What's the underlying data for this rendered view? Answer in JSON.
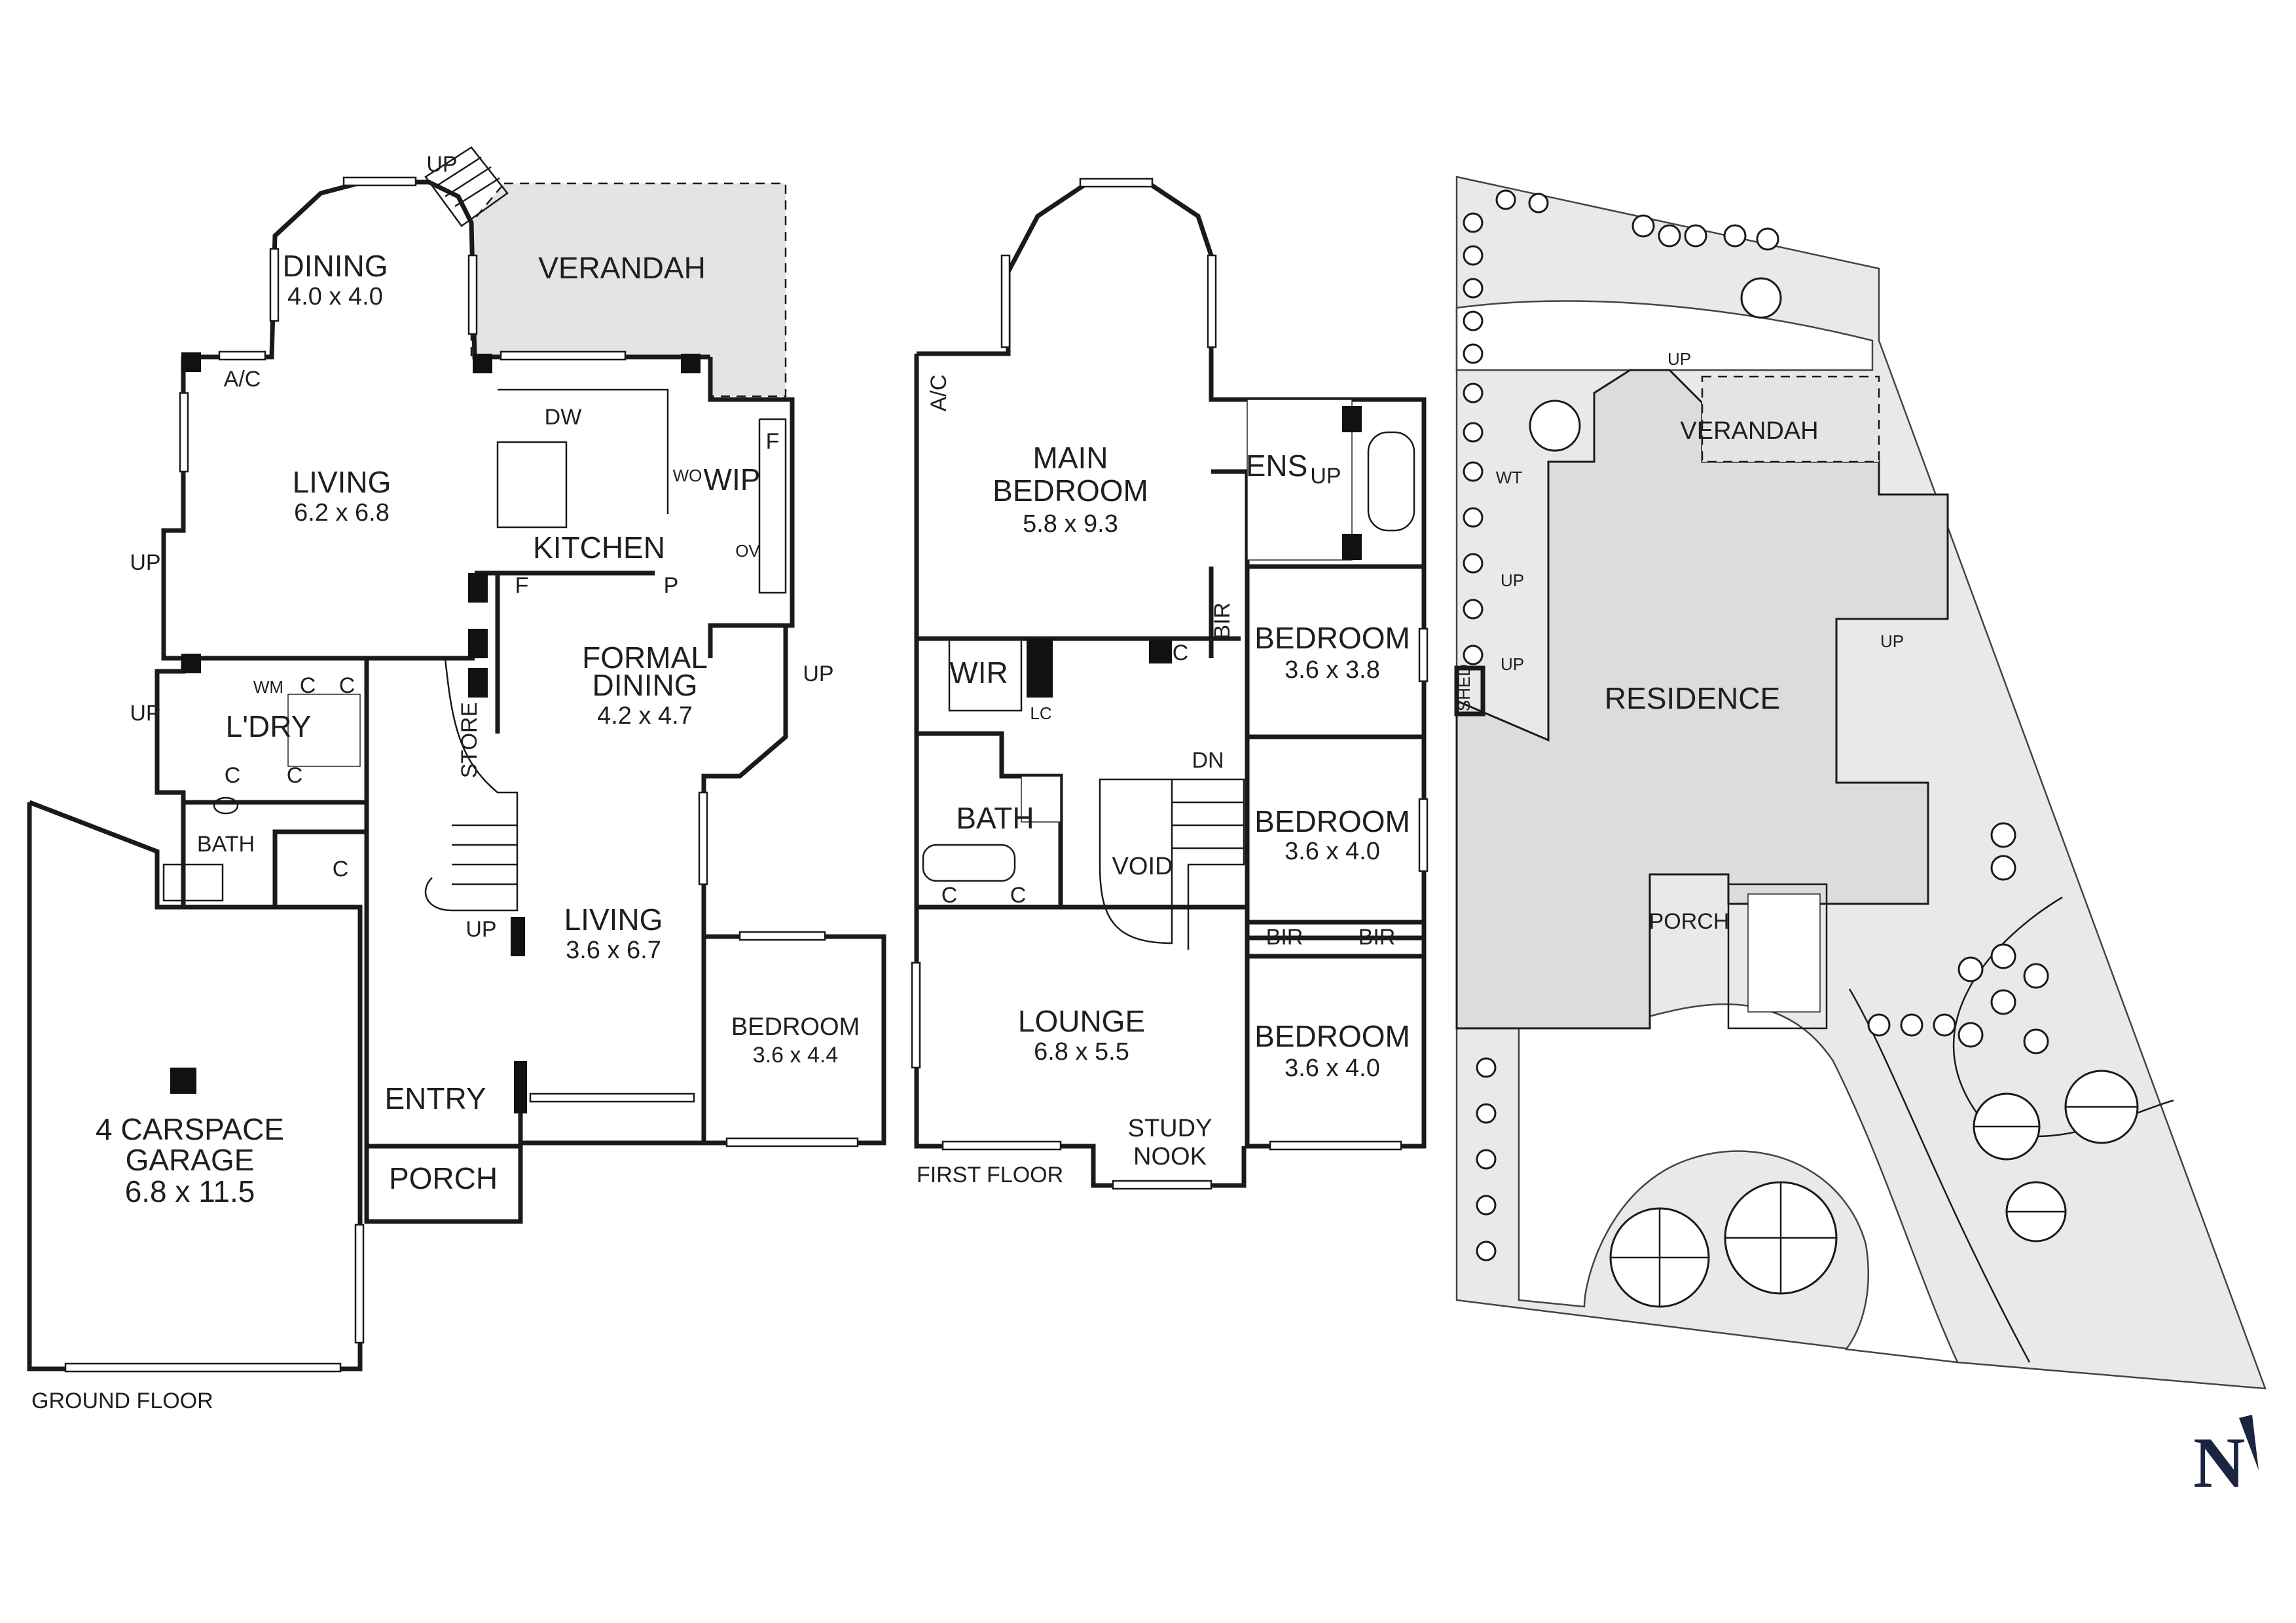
{
  "floor_labels": {
    "ground": "GROUND FLOOR",
    "first": "FIRST FLOOR"
  },
  "ground_floor": {
    "dining": {
      "name": "DINING",
      "size": "4.0 x 4.0"
    },
    "verandah": "VERANDAH",
    "living_main": {
      "name": "LIVING",
      "size": "6.2 x 6.8"
    },
    "kitchen": "KITCHEN",
    "wip": "WIP",
    "formal_dining": {
      "line1": "FORMAL",
      "line2": "DINING",
      "size": "4.2 x 4.7"
    },
    "living_second": {
      "name": "LIVING",
      "size": "3.6 x 6.7"
    },
    "bedroom": {
      "name": "BEDROOM",
      "size": "3.6 x 4.4"
    },
    "laundry": "L'DRY",
    "bath": "BATH",
    "store": "STORE",
    "entry": "ENTRY",
    "porch": "PORCH",
    "garage": {
      "line1": "4 CARSPACE",
      "line2": "GARAGE",
      "size": "6.8 x 11.5"
    },
    "abbrev": {
      "ac": "A/C",
      "dw": "DW",
      "wo": "WO",
      "f": "F",
      "p": "P",
      "c": "C",
      "wm": "WM",
      "ov": "OV",
      "up": "UP"
    }
  },
  "first_floor": {
    "main_bedroom": {
      "line1": "MAIN",
      "line2": "BEDROOM",
      "size": "5.8 x 9.3"
    },
    "ens": "ENS",
    "bedroom_1": {
      "name": "BEDROOM",
      "size": "3.6 x 3.8"
    },
    "bedroom_2": {
      "name": "BEDROOM",
      "size": "3.6 x 4.0"
    },
    "bedroom_3": {
      "name": "BEDROOM",
      "size": "3.6 x 4.0"
    },
    "wir": "WIR",
    "lc": "LC",
    "bath": "BATH",
    "void": "VOID",
    "lounge": {
      "name": "LOUNGE",
      "size": "6.8 x 5.5"
    },
    "study_nook": {
      "line1": "STUDY",
      "line2": "NOOK"
    },
    "abbrev": {
      "ac": "A/C",
      "bir": "BIR",
      "c": "C",
      "dn": "DN",
      "up": "UP"
    }
  },
  "site_plan": {
    "residence": "RESIDENCE",
    "verandah": "VERANDAH",
    "porch": "PORCH",
    "shed": "SHED",
    "wt": "WT",
    "up": "UP"
  },
  "north_arrow": "N",
  "colors": {
    "wall": "#1a1a1a",
    "fill": "#dcdcdc",
    "lawn": "#e9e9e9",
    "north": "#1b2440"
  }
}
